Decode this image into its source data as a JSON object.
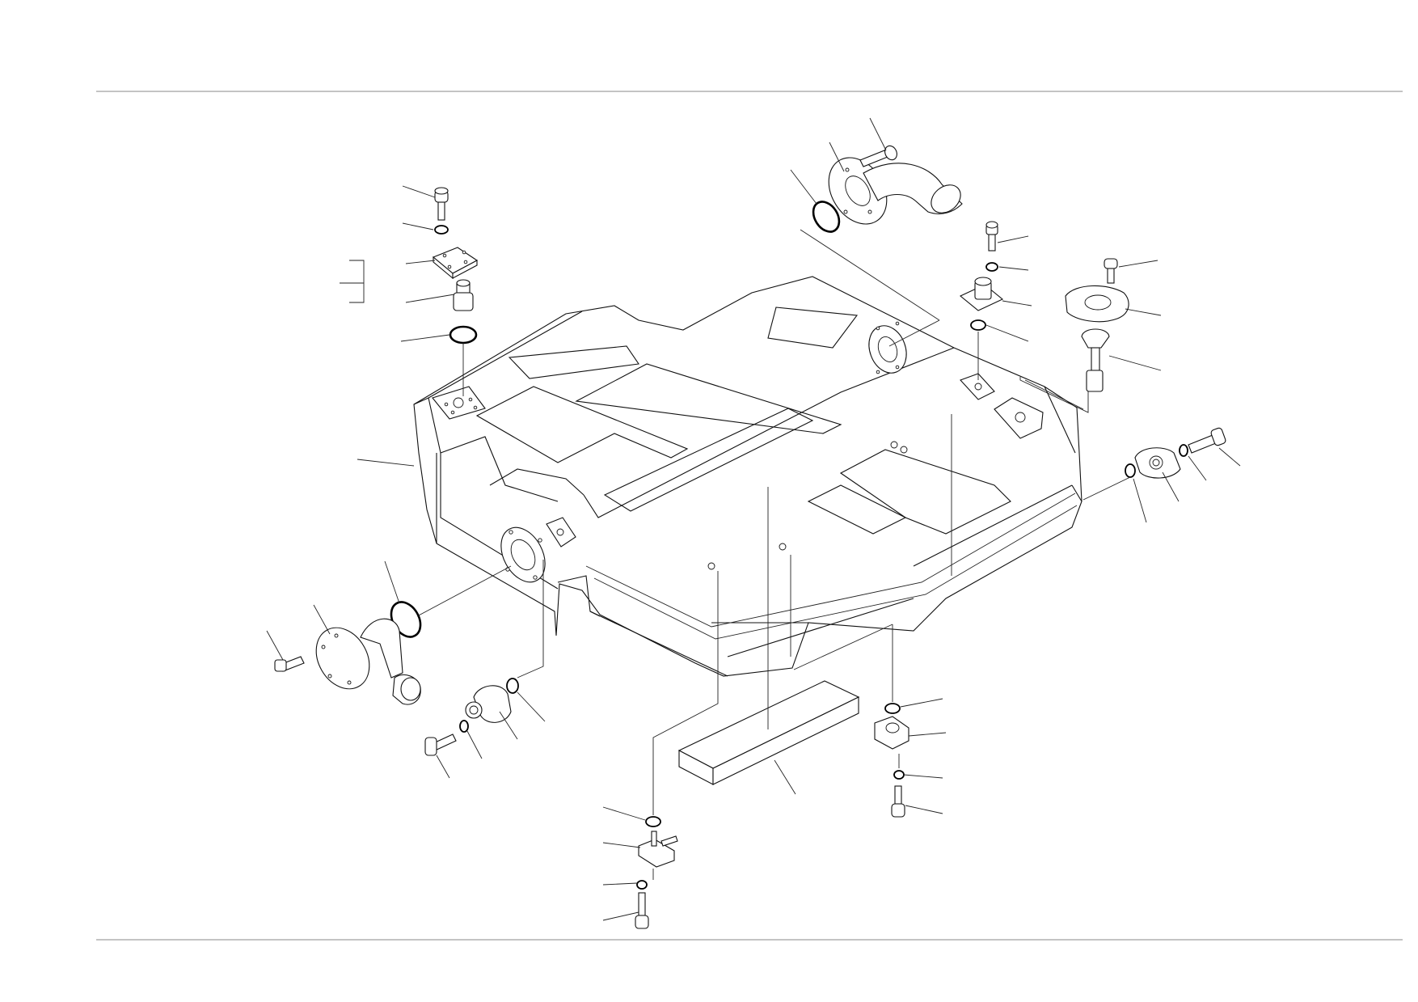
{
  "drawing": {
    "subject": "",
    "colors": {
      "line": "#111111",
      "paper": "#ffffff",
      "frame_rule": "#8a8a8a"
    }
  },
  "parts": [
    "tank-body",
    "filler-neck-pipe",
    "filler-neck-o-ring",
    "filler-neck-bolt",
    "top-cover-bolt",
    "top-cover-washer",
    "top-cover-plate",
    "top-cover-valve",
    "top-cover-o-ring",
    "upper-flange-bolt",
    "upper-flange-washer",
    "upper-flange-fitting",
    "upper-flange-o-ring",
    "level-gauge-screw",
    "level-gauge-flange",
    "level-gauge-sender",
    "right-plug-bolt",
    "right-plug-washer",
    "right-plug-flange",
    "right-plug-o-ring",
    "side-sender-o-ring",
    "side-sender-unit",
    "side-sender-screw",
    "left-lower-flange",
    "left-lower-o-ring",
    "left-lower-washer",
    "left-lower-bolt",
    "bottom-pad",
    "bottom-right-o-ring",
    "bottom-right-fitting",
    "bottom-right-washer",
    "bottom-right-bolt",
    "drain-o-ring",
    "drain-valve",
    "drain-washer",
    "drain-bolt"
  ]
}
